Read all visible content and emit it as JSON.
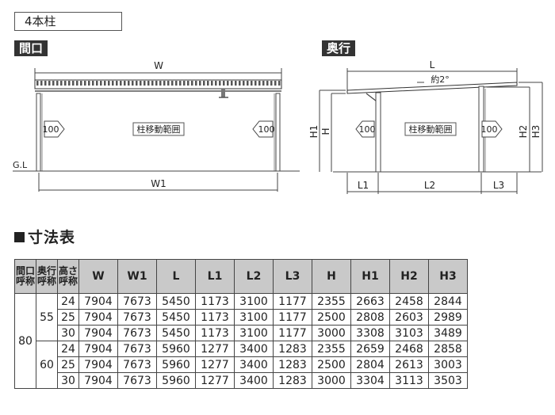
{
  "header": {
    "title": "4本柱"
  },
  "sections": {
    "front": "間口",
    "side": "奥行"
  },
  "front_view": {
    "width_label": "W",
    "inner_width_label": "W1",
    "ground_label": "G.L",
    "range_label": "柱移動範囲",
    "left_arrow": "100",
    "right_arrow": "100"
  },
  "side_view": {
    "length_label": "L",
    "slope_label": "約2°",
    "h_label": "H",
    "h1_label": "H1",
    "h2_label": "H2",
    "h3_label": "H3",
    "l1_label": "L1",
    "l2_label": "L2",
    "l3_label": "L3",
    "range_label": "柱移動範囲",
    "left_arrow": "100",
    "right_arrow": "100"
  },
  "table": {
    "heading": "寸法表",
    "headers": {
      "maguchi": [
        "間口",
        "呼称"
      ],
      "okuyuki": [
        "奥行",
        "呼称"
      ],
      "takasa": [
        "高さ",
        "呼称"
      ],
      "cols": [
        "W",
        "W1",
        "L",
        "L1",
        "L2",
        "L3",
        "H",
        "H1",
        "H2",
        "H3"
      ]
    },
    "maguchi_value": "80",
    "okuyuki_values": [
      "55",
      "60"
    ],
    "rows": [
      [
        "24",
        "7904",
        "7673",
        "5450",
        "1173",
        "3100",
        "1177",
        "2355",
        "2663",
        "2458",
        "2844"
      ],
      [
        "25",
        "7904",
        "7673",
        "5450",
        "1173",
        "3100",
        "1177",
        "2500",
        "2808",
        "2603",
        "2989"
      ],
      [
        "30",
        "7904",
        "7673",
        "5450",
        "1173",
        "3100",
        "1177",
        "3000",
        "3308",
        "3103",
        "3489"
      ],
      [
        "24",
        "7904",
        "7673",
        "5960",
        "1277",
        "3400",
        "1283",
        "2355",
        "2659",
        "2468",
        "2858"
      ],
      [
        "25",
        "7904",
        "7673",
        "5960",
        "1277",
        "3400",
        "1283",
        "2500",
        "2804",
        "2613",
        "3003"
      ],
      [
        "30",
        "7904",
        "7673",
        "5960",
        "1277",
        "3400",
        "1283",
        "3000",
        "3304",
        "3113",
        "3503"
      ]
    ]
  }
}
